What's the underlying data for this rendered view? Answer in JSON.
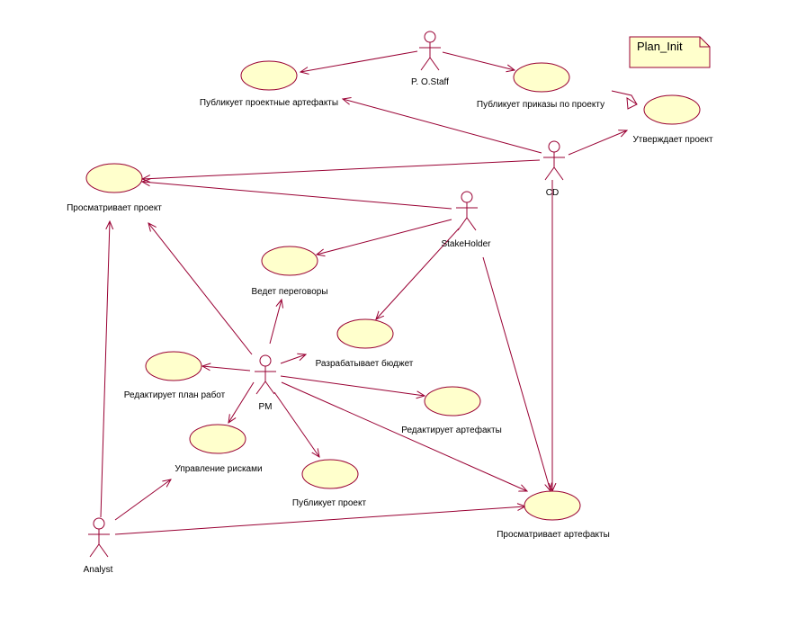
{
  "colors": {
    "usecase_fill": "#ffffcc",
    "usecase_stroke": "#990033",
    "line": "#990033",
    "actor_stroke": "#990033",
    "note_fill": "#ffffcc"
  },
  "note": {
    "text": "Plan_Init"
  },
  "actors": [
    {
      "id": "postaff",
      "label": "P. O.Staff"
    },
    {
      "id": "cd",
      "label": "CD"
    },
    {
      "id": "stakeholder",
      "label": "StakeHolder"
    },
    {
      "id": "pm",
      "label": "PM"
    },
    {
      "id": "analyst",
      "label": "Analyst"
    }
  ],
  "use_cases": [
    {
      "id": "pub_art",
      "label": "Публикует проектные артефакты"
    },
    {
      "id": "pub_orders",
      "label": "Публикует приказы по проекту"
    },
    {
      "id": "approve",
      "label": "Утверждает проект"
    },
    {
      "id": "view_proj",
      "label": "Просматривает проект"
    },
    {
      "id": "negotiate",
      "label": "Ведет переговоры"
    },
    {
      "id": "budget",
      "label": "Разрабатывает бюджет"
    },
    {
      "id": "edit_plan",
      "label": "Редактирует план работ"
    },
    {
      "id": "edit_art",
      "label": "Редактирует артефакты"
    },
    {
      "id": "risks",
      "label": "Управление рисками"
    },
    {
      "id": "publish_proj",
      "label": "Публикует проект"
    },
    {
      "id": "view_art",
      "label": "Просматривает артефакты"
    }
  ]
}
